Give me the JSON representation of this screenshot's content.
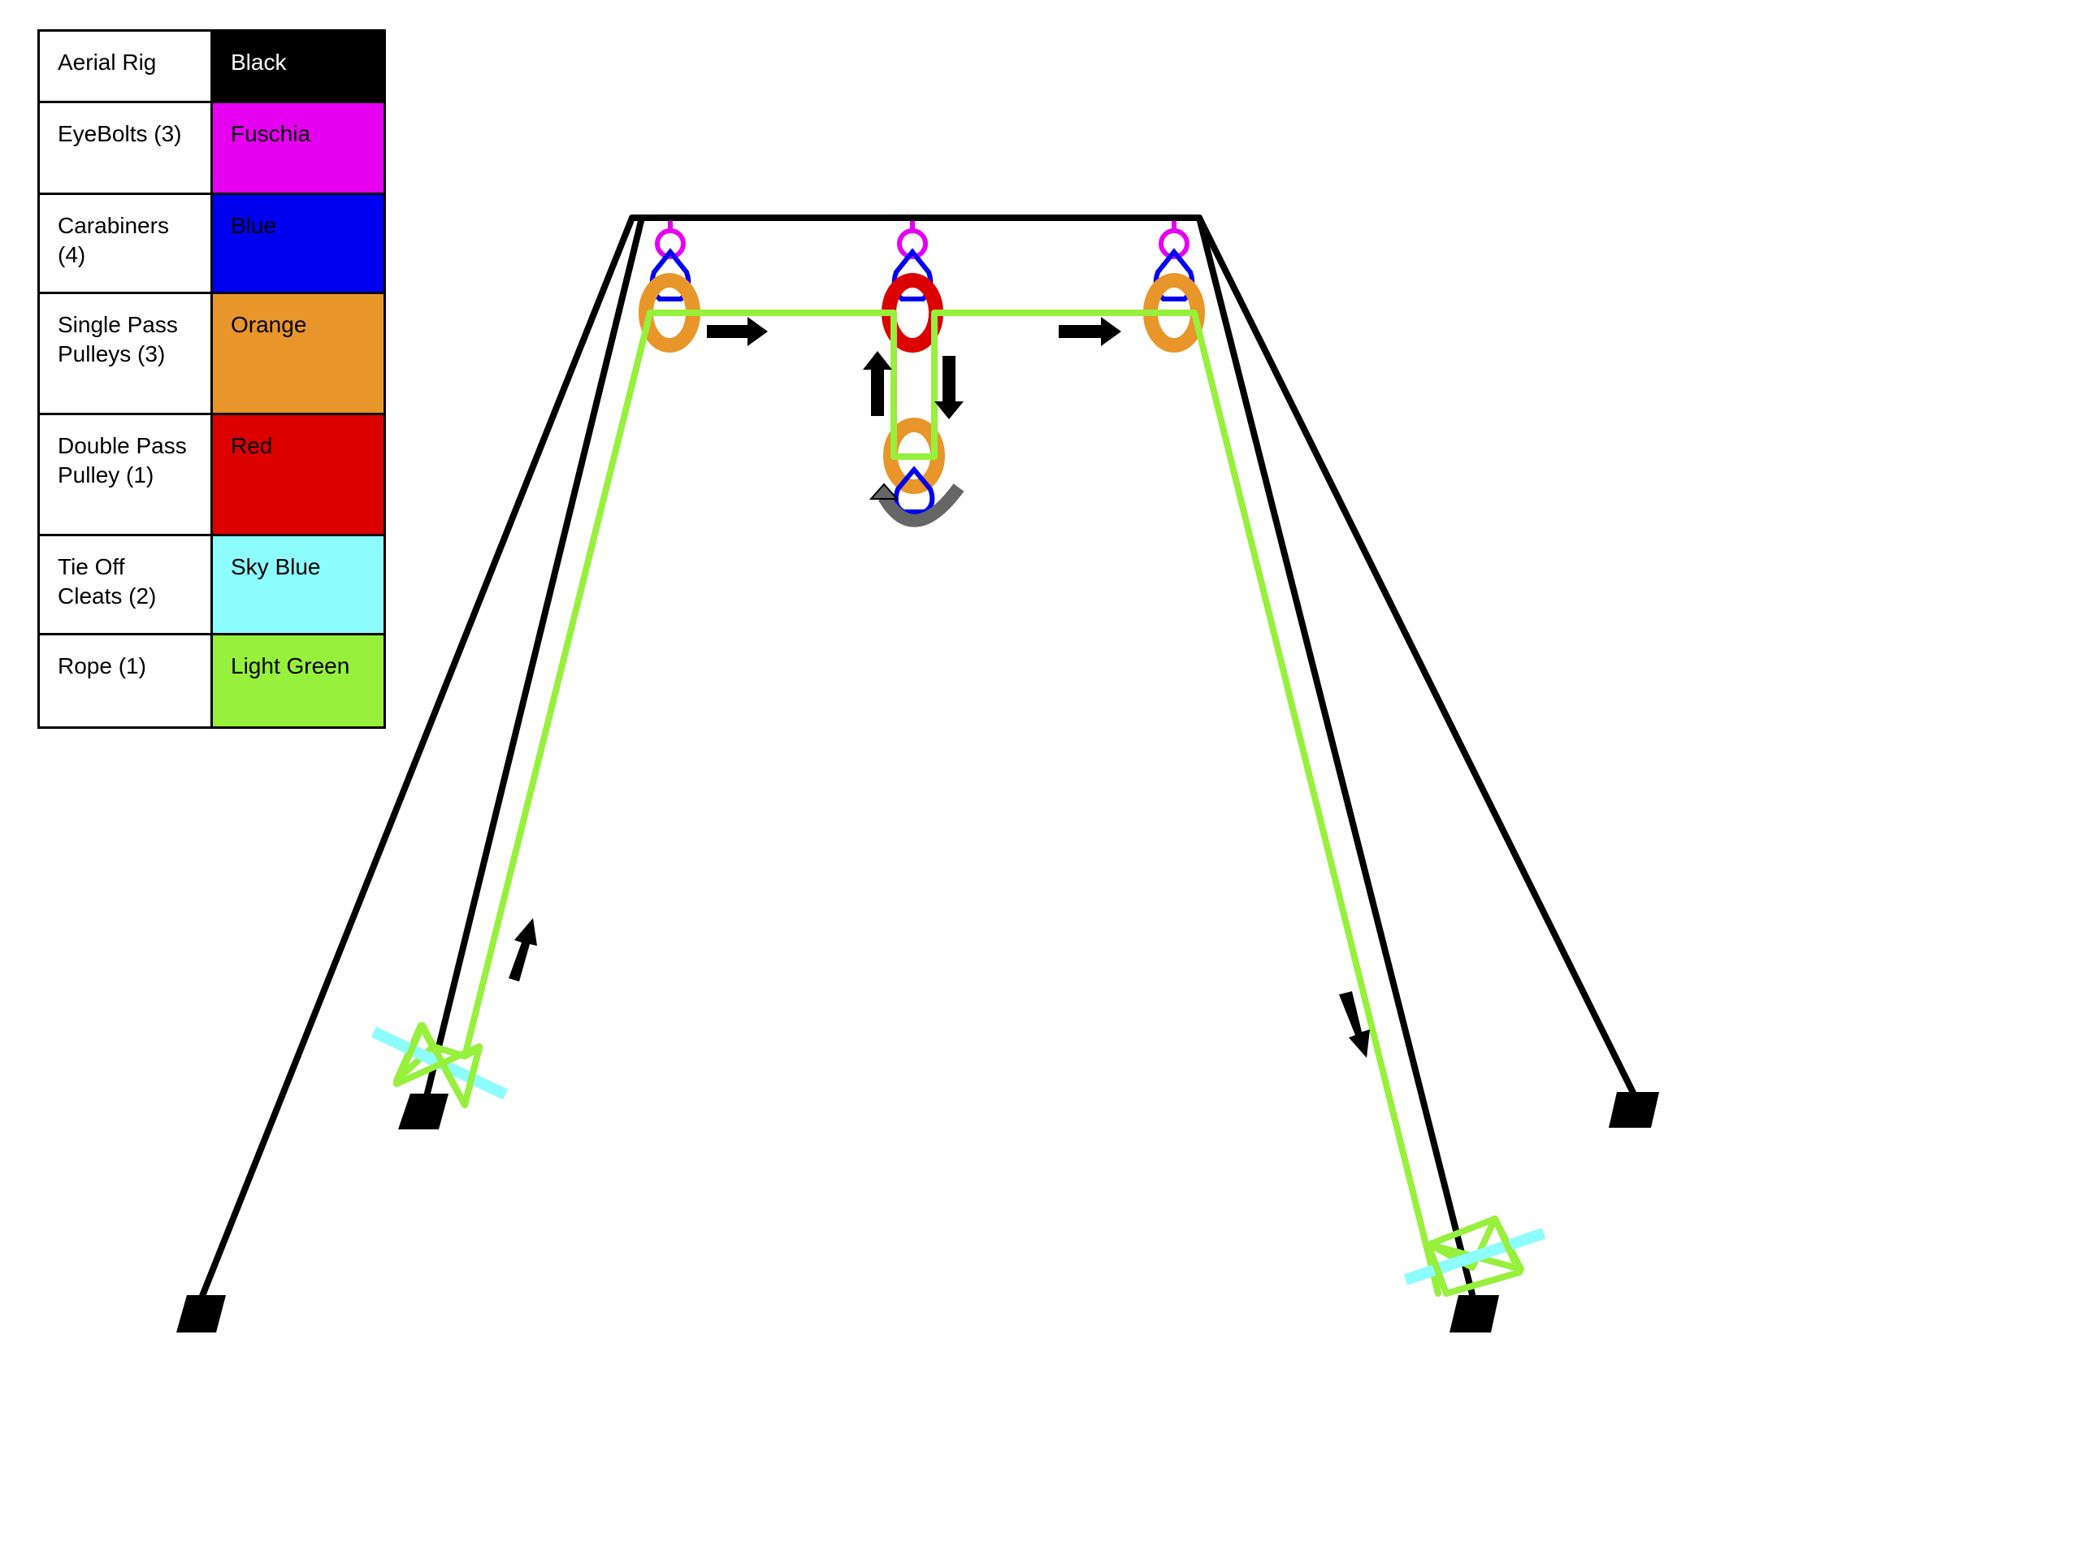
{
  "legend": {
    "rows": [
      {
        "label": "Aerial Rig",
        "color_name": "Black",
        "color": "#000000",
        "text_color": "#ffffff"
      },
      {
        "label": "EyeBolts (3)",
        "color_name": "Fuschia",
        "color": "#E600F0",
        "text_color": "#000000"
      },
      {
        "label": "Carabiners (4)",
        "color_name": "Blue",
        "color": "#0000F0",
        "text_color": "#000000"
      },
      {
        "label": "Single Pass Pulleys (3)",
        "color_name": "Orange",
        "color": "#E8962A",
        "text_color": "#000000"
      },
      {
        "label": "Double Pass Pulley (1)",
        "color_name": "Red",
        "color": "#DC0000",
        "text_color": "#000000"
      },
      {
        "label": "Tie Off Cleats (2)",
        "color_name": "Sky Blue",
        "color": "#8CFCFC",
        "text_color": "#000000"
      },
      {
        "label": "Rope (1)",
        "color_name": "Light Green",
        "color": "#96F03C",
        "text_color": "#000000"
      }
    ]
  },
  "colors": {
    "rig": "#000000",
    "eyebolt": "#E600F0",
    "carabiner": "#0000F0",
    "single_pulley": "#E8962A",
    "double_pulley": "#DC0000",
    "cleat": "#8CFCFC",
    "rope": "#96F03C",
    "arrow": "#000000",
    "rotation_arrow": "#666666"
  }
}
